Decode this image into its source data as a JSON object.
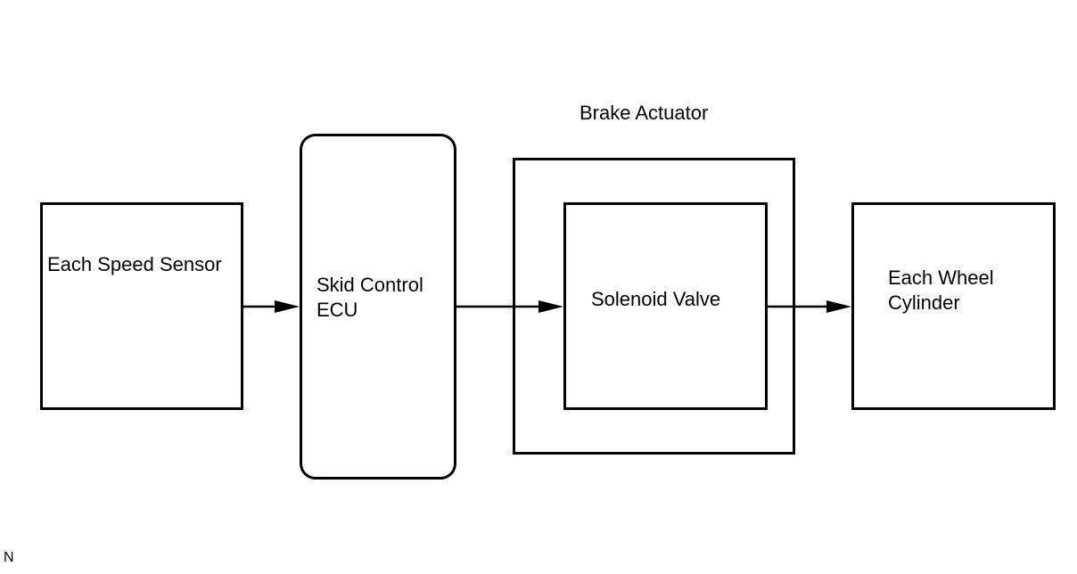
{
  "diagram": {
    "nodes": {
      "speed_sensor": {
        "lines": [
          "Each Speed Sensor"
        ]
      },
      "skid_control_ecu": {
        "lines": [
          "Skid Control",
          "ECU"
        ]
      },
      "brake_actuator": {
        "title": "Brake Actuator"
      },
      "solenoid_valve": {
        "lines": [
          "Solenoid Valve"
        ]
      },
      "wheel_cylinder": {
        "lines": [
          "Each Wheel",
          "Cylinder"
        ]
      }
    },
    "edges": [
      {
        "from": "Each Speed Sensor",
        "to": "Skid Control ECU"
      },
      {
        "from": "Skid Control ECU",
        "to": "Solenoid Valve"
      },
      {
        "from": "Solenoid Valve",
        "to": "Each Wheel Cylinder"
      }
    ],
    "corner_mark": "N"
  }
}
